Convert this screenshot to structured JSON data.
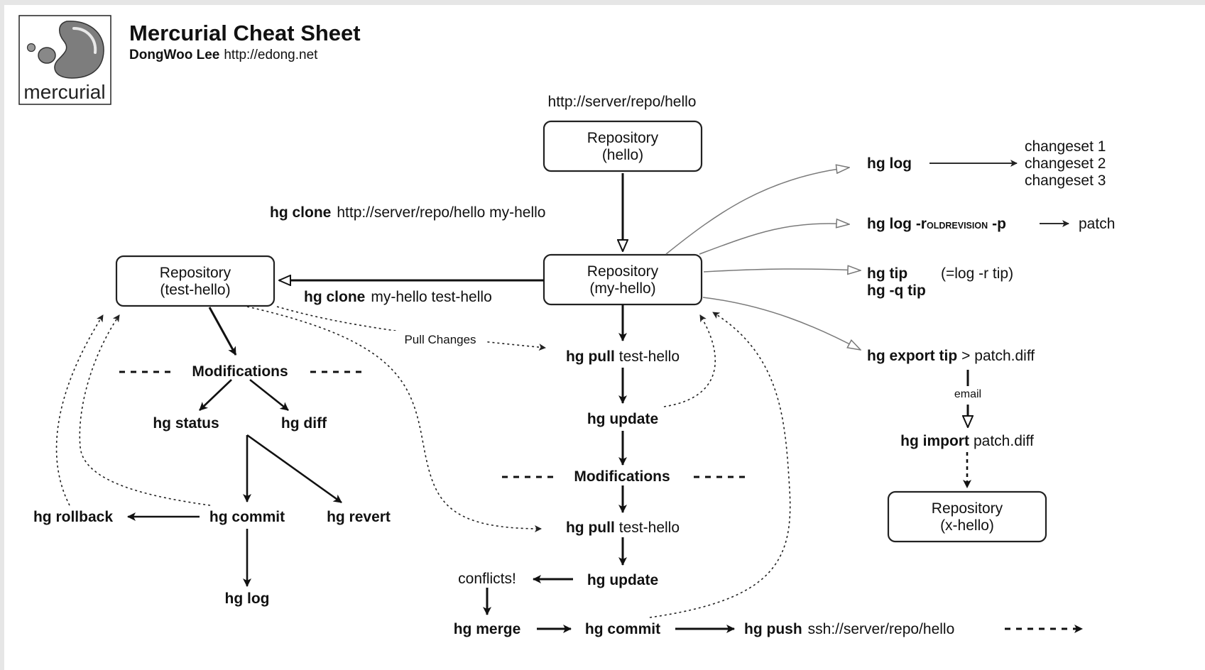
{
  "header": {
    "logo_text": "mercurial",
    "title": "Mercurial Cheat Sheet",
    "author": "DongWoo Lee",
    "author_url": "http://edong.net"
  },
  "server_url": "http://server/repo/hello",
  "repositories": {
    "hello": [
      "Repository",
      "(hello)"
    ],
    "my_hello": [
      "Repository",
      "(my-hello)"
    ],
    "test_hello": [
      "Repository",
      "(test-hello)"
    ],
    "x_hello": [
      "Repository",
      "(x-hello)"
    ]
  },
  "clone1": {
    "cmd": "hg clone",
    "args": "http://server/repo/hello my-hello"
  },
  "clone2": {
    "cmd": "hg clone",
    "args": "my-hello test-hello"
  },
  "left": {
    "modifications": "Modifications",
    "status": "hg status",
    "diff": "hg diff",
    "commit": "hg commit",
    "revert": "hg revert",
    "rollback": "hg rollback",
    "log": "hg log"
  },
  "middle": {
    "pull_changes": "Pull Changes",
    "pull1": {
      "cmd": "hg pull",
      "args": "test-hello"
    },
    "update1": "hg update",
    "modifications": "Modifications",
    "pull2": {
      "cmd": "hg pull",
      "args": "test-hello"
    },
    "update2": "hg update",
    "conflicts": "conflicts!",
    "merge": "hg merge",
    "commit": "hg commit",
    "push": {
      "cmd": "hg push",
      "args": "ssh://server/repo/hello"
    }
  },
  "right": {
    "log": "hg log",
    "changesets": [
      "changeset 1",
      "changeset 2",
      "changeset 3"
    ],
    "log_r": {
      "cmd": "hg log -r",
      "sub": "OLDREVISION",
      "flag": "-p",
      "result": "patch"
    },
    "tip": {
      "cmd": "hg tip",
      "note": "(=log -r tip)",
      "cmd2": "hg -q tip"
    },
    "export": {
      "cmd": "hg export tip",
      "args": "> patch.diff"
    },
    "email": "email",
    "import": {
      "cmd": "hg import",
      "args": "patch.diff"
    }
  }
}
